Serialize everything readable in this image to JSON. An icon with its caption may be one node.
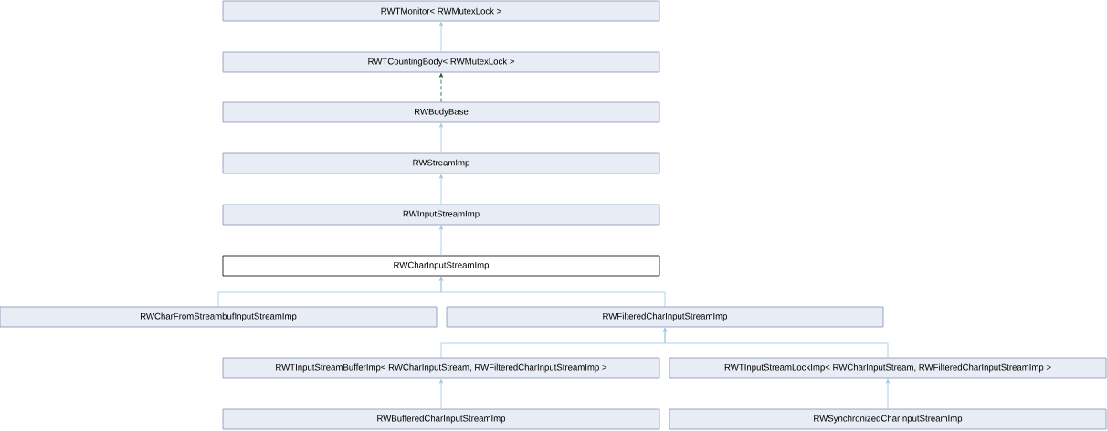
{
  "diagram": {
    "nodes": [
      {
        "text": [
          "RWTMonitor< RWMutexLock >"
        ]
      },
      {
        "text": [
          "RWTCountingBody< RWMutexLock >"
        ]
      },
      {
        "text": [
          "RWBodyBase"
        ]
      },
      {
        "text": [
          "RWStreamImp"
        ]
      },
      {
        "text": [
          "RWInputStreamImp"
        ]
      },
      {
        "text": [
          "RWCharInputStreamImp"
        ]
      },
      {
        "text": [
          "RWCharFromStreambufInputStreamImp"
        ]
      },
      {
        "text": [
          "RWFilteredCharInputStreamImp"
        ]
      },
      {
        "text": [
          "RWTInputStreamBufferImp< RWCharInputStream, RWFilteredCharInputStreamImp >"
        ]
      },
      {
        "text": [
          "RWTInputStreamLockImp< RWCharInputStream, RWFilteredCharInputStreamImp >"
        ]
      },
      {
        "text": [
          "RWBufferedCharInputStreamImp"
        ]
      },
      {
        "text": [
          "RWSynchronizedCharInputStreamImp"
        ]
      }
    ],
    "edges": [
      {
        "from": 1,
        "to": 0,
        "arrow": "to"
      },
      {
        "from": 2,
        "to": 1,
        "arrow": "to",
        "style": "dashed",
        "color": "#1a5c1a"
      },
      {
        "from": 3,
        "to": 2,
        "arrow": "to"
      },
      {
        "from": 4,
        "to": 3,
        "arrow": "to"
      },
      {
        "from": 5,
        "to": 4,
        "arrow": "to"
      },
      {
        "from": 6,
        "to": 5,
        "arrow": "to"
      },
      {
        "from": 7,
        "to": 5,
        "arrow": "to"
      },
      {
        "from": 8,
        "to": 7,
        "arrow": "to"
      },
      {
        "from": 9,
        "to": 7,
        "arrow": "to"
      },
      {
        "from": 10,
        "to": 8,
        "arrow": "to"
      },
      {
        "from": 11,
        "to": 9,
        "arrow": "to"
      }
    ]
  }
}
